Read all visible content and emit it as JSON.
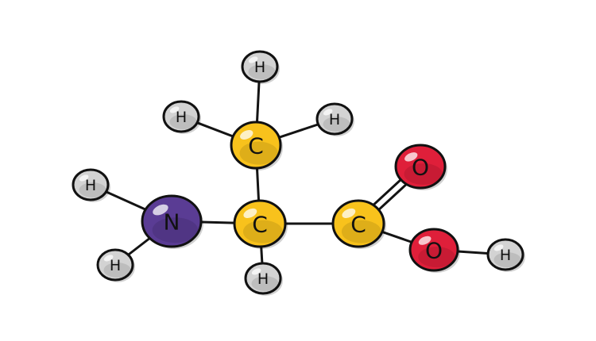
{
  "molecule": {
    "colors": {
      "H": "#d3d3d3",
      "C": "#f8c21c",
      "N": "#5a3c94",
      "O": "#df1f3a",
      "outline": "#111111",
      "background": "#ffffff"
    },
    "atoms": [
      {
        "id": "h-top",
        "element": "H",
        "label": "H"
      },
      {
        "id": "h-upper-left",
        "element": "H",
        "label": "H"
      },
      {
        "id": "h-upper-right",
        "element": "H",
        "label": "H"
      },
      {
        "id": "c-methyl",
        "element": "C",
        "label": "C"
      },
      {
        "id": "h-amine-top",
        "element": "H",
        "label": "H"
      },
      {
        "id": "n-amine",
        "element": "N",
        "label": "N"
      },
      {
        "id": "h-amine-bottom",
        "element": "H",
        "label": "H"
      },
      {
        "id": "c-alpha",
        "element": "C",
        "label": "C"
      },
      {
        "id": "h-alpha",
        "element": "H",
        "label": "H"
      },
      {
        "id": "c-carboxyl",
        "element": "C",
        "label": "C"
      },
      {
        "id": "o-carbonyl",
        "element": "O",
        "label": "O"
      },
      {
        "id": "o-hydroxyl",
        "element": "O",
        "label": "O"
      },
      {
        "id": "h-hydroxyl",
        "element": "H",
        "label": "H"
      }
    ],
    "bonds": [
      {
        "from": "c-methyl",
        "to": "h-top",
        "order": 1
      },
      {
        "from": "c-methyl",
        "to": "h-upper-left",
        "order": 1
      },
      {
        "from": "c-methyl",
        "to": "h-upper-right",
        "order": 1
      },
      {
        "from": "c-methyl",
        "to": "c-alpha",
        "order": 1
      },
      {
        "from": "n-amine",
        "to": "h-amine-top",
        "order": 1
      },
      {
        "from": "n-amine",
        "to": "h-amine-bottom",
        "order": 1
      },
      {
        "from": "n-amine",
        "to": "c-alpha",
        "order": 1
      },
      {
        "from": "c-alpha",
        "to": "h-alpha",
        "order": 1
      },
      {
        "from": "c-alpha",
        "to": "c-carboxyl",
        "order": 1
      },
      {
        "from": "c-carboxyl",
        "to": "o-carbonyl",
        "order": 2
      },
      {
        "from": "c-carboxyl",
        "to": "o-hydroxyl",
        "order": 1
      },
      {
        "from": "o-hydroxyl",
        "to": "h-hydroxyl",
        "order": 1
      }
    ]
  }
}
